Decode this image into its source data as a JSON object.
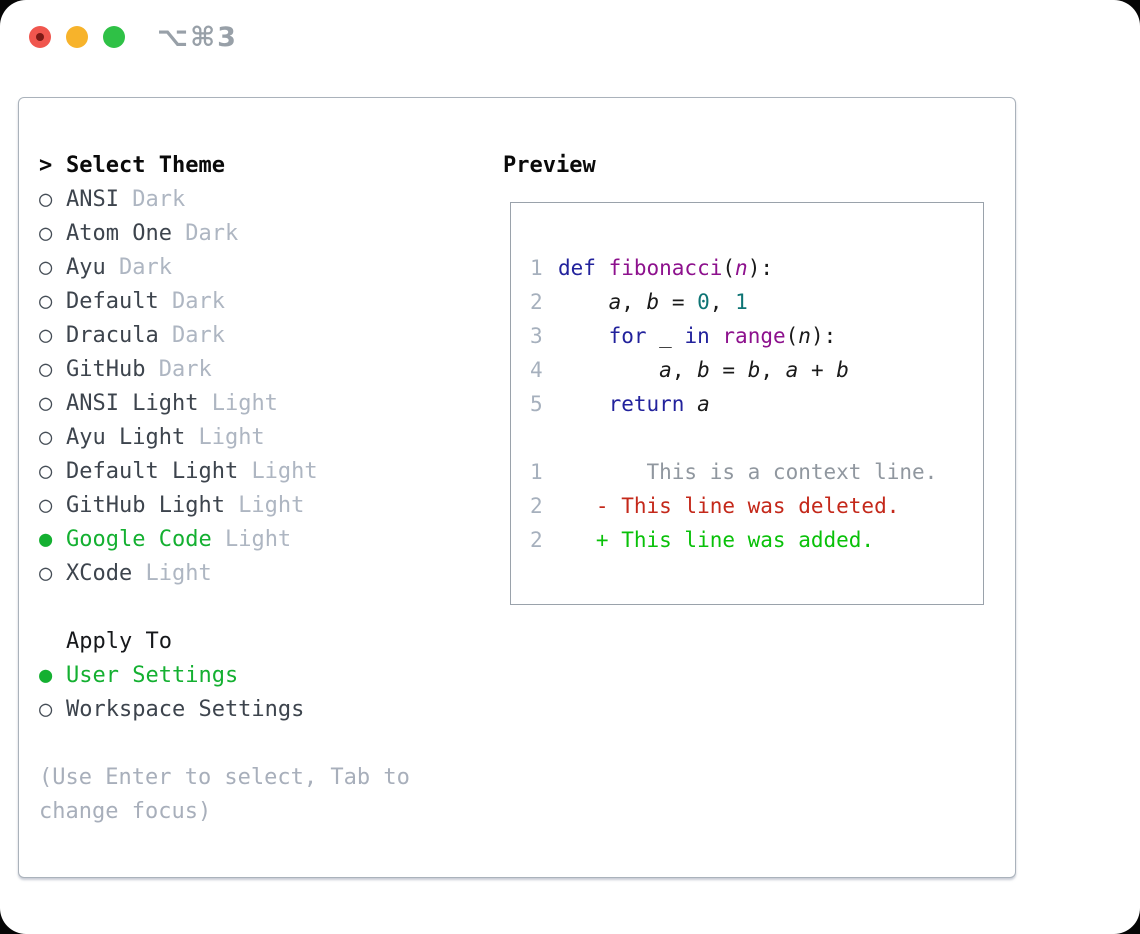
{
  "colors": {
    "accent_green": "#14b031",
    "keyword": "#22229c",
    "function": "#8d118d",
    "number_literal": "#0e7474",
    "plain_code": "#1a1a1a",
    "context_line": "#90979f",
    "deleted_line": "#c4281a",
    "added_line": "#09c109",
    "line_number": "#a6b0bd",
    "item_text": "#3d444d",
    "variant_text": "#aeb6c2",
    "muted_text": "#a8afbb",
    "panel_border": "#aab2bb",
    "preview_border": "#9aa2ab",
    "traffic_red": "#f0564e",
    "traffic_red_dot": "#7c1a16",
    "traffic_yellow": "#f7b32b",
    "traffic_green": "#2fc146",
    "titlebar_text": "#98a0a8"
  },
  "titlebar": {
    "shortcut": "⌥⌘3"
  },
  "icons": {
    "radio_unselected": "○",
    "radio_selected": "●",
    "cursor_prefix": ">"
  },
  "theme_list": {
    "header_label": "Select Theme",
    "items": [
      {
        "name": "ANSI",
        "variant": "Dark",
        "selected": false
      },
      {
        "name": "Atom One",
        "variant": "Dark",
        "selected": false
      },
      {
        "name": "Ayu",
        "variant": "Dark",
        "selected": false
      },
      {
        "name": "Default",
        "variant": "Dark",
        "selected": false
      },
      {
        "name": "Dracula",
        "variant": "Dark",
        "selected": false
      },
      {
        "name": "GitHub",
        "variant": "Dark",
        "selected": false
      },
      {
        "name": "ANSI Light",
        "variant": "Light",
        "selected": false
      },
      {
        "name": "Ayu Light",
        "variant": "Light",
        "selected": false
      },
      {
        "name": "Default Light",
        "variant": "Light",
        "selected": false
      },
      {
        "name": "GitHub Light",
        "variant": "Light",
        "selected": false
      },
      {
        "name": "Google Code",
        "variant": "Light",
        "selected": true
      },
      {
        "name": "XCode",
        "variant": "Light",
        "selected": false
      }
    ]
  },
  "apply_to": {
    "label": "Apply To",
    "options": [
      {
        "label": "User Settings",
        "selected": true
      },
      {
        "label": "Workspace Settings",
        "selected": false
      }
    ]
  },
  "hint": {
    "line1": "(Use Enter to select, Tab to",
    "line2": "change focus)"
  },
  "preview": {
    "title": "Preview",
    "lines": [
      {
        "num": "1",
        "tokens": [
          {
            "t": "def ",
            "c": "kw"
          },
          {
            "t": "fibonacci",
            "c": "fn"
          },
          {
            "t": "(",
            "c": "pl"
          },
          {
            "t": "n",
            "c": "fnv"
          },
          {
            "t": "):",
            "c": "pl"
          }
        ]
      },
      {
        "num": "2",
        "tokens": [
          {
            "t": "    ",
            "c": "pl"
          },
          {
            "t": "a",
            "c": "var"
          },
          {
            "t": ", ",
            "c": "pl"
          },
          {
            "t": "b",
            "c": "var"
          },
          {
            "t": " = ",
            "c": "pl"
          },
          {
            "t": "0",
            "c": "num"
          },
          {
            "t": ", ",
            "c": "pl"
          },
          {
            "t": "1",
            "c": "num"
          }
        ]
      },
      {
        "num": "3",
        "tokens": [
          {
            "t": "    ",
            "c": "pl"
          },
          {
            "t": "for",
            "c": "kw"
          },
          {
            "t": " _ ",
            "c": "pl"
          },
          {
            "t": "in",
            "c": "kw"
          },
          {
            "t": " ",
            "c": "pl"
          },
          {
            "t": "range",
            "c": "fn"
          },
          {
            "t": "(",
            "c": "pl"
          },
          {
            "t": "n",
            "c": "var"
          },
          {
            "t": "):",
            "c": "pl"
          }
        ]
      },
      {
        "num": "4",
        "tokens": [
          {
            "t": "        ",
            "c": "pl"
          },
          {
            "t": "a",
            "c": "var"
          },
          {
            "t": ", ",
            "c": "pl"
          },
          {
            "t": "b",
            "c": "var"
          },
          {
            "t": " = ",
            "c": "pl"
          },
          {
            "t": "b",
            "c": "var"
          },
          {
            "t": ", ",
            "c": "pl"
          },
          {
            "t": "a",
            "c": "var"
          },
          {
            "t": " + ",
            "c": "pl"
          },
          {
            "t": "b",
            "c": "var"
          }
        ]
      },
      {
        "num": "5",
        "tokens": [
          {
            "t": "    ",
            "c": "pl"
          },
          {
            "t": "return",
            "c": "kw"
          },
          {
            "t": " ",
            "c": "pl"
          },
          {
            "t": "a",
            "c": "var"
          }
        ]
      },
      {
        "num": "",
        "tokens": []
      },
      {
        "num": "1",
        "tokens": [
          {
            "t": "       This is a context line.",
            "c": "ctx"
          }
        ]
      },
      {
        "num": "2",
        "tokens": [
          {
            "t": "   - This line was deleted.",
            "c": "del"
          }
        ]
      },
      {
        "num": "2",
        "tokens": [
          {
            "t": "   + This line was added.",
            "c": "add"
          }
        ]
      }
    ]
  }
}
